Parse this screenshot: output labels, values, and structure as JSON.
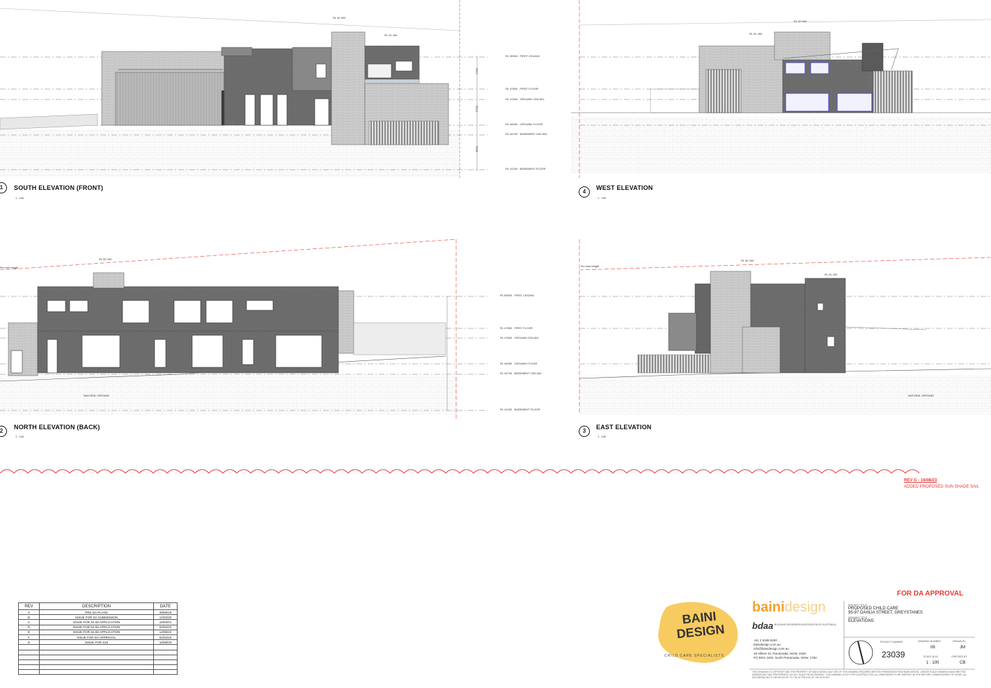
{
  "colors": {
    "brick_dark": "#6f6f6f",
    "brick_light": "#c8c8c8",
    "cladding": "#a9a9a9",
    "window": "#4a4ac8",
    "revision_red": "#e53935",
    "logo_yellow": "#f6c244",
    "brand_orange": "#f0a030"
  },
  "views": {
    "south": {
      "number": "1",
      "title": "SOUTH ELEVATION (FRONT)",
      "scale": "1 : 100"
    },
    "west": {
      "number": "4",
      "title": "WEST ELEVATION",
      "scale": "1 : 100"
    },
    "north": {
      "number": "2",
      "title": "NORTH ELEVATION (BACK)",
      "scale": "1 : 100"
    },
    "east": {
      "number": "3",
      "title": "EAST ELEVATION",
      "scale": "1 : 100"
    }
  },
  "levels": {
    "south": [
      {
        "rl": "RL 50500",
        "name": "FIRST CEILING"
      },
      {
        "rl": "RL 47800",
        "name": "FIRST FLOOR"
      },
      {
        "rl": "RL 47600",
        "name": "GROUND CEILING"
      },
      {
        "rl": "RL 44900",
        "name": "GROUND FLOOR"
      },
      {
        "rl": "RL 44700",
        "name": "BASEMENT CEILING"
      },
      {
        "rl": "RL 41200",
        "name": "BASEMENT FLOOR"
      }
    ],
    "north": [
      {
        "rl": "RL 50500",
        "name": "FIRST CEILING"
      },
      {
        "rl": "RL 47800",
        "name": "FIRST FLOOR"
      },
      {
        "rl": "RL 47600",
        "name": "GROUND CEILING"
      },
      {
        "rl": "RL 44900",
        "name": "GROUND FLOOR"
      },
      {
        "rl": "RL 44700",
        "name": "BASEMENT CEILING"
      },
      {
        "rl": "RL 41200",
        "name": "BASEMENT FLOOR"
      }
    ]
  },
  "dims": {
    "d2700a": "2700",
    "d2700b": "2700",
    "d3500": "3500"
  },
  "annotations": {
    "max_height": "9m max height",
    "natural_ground": "NATURAL GROUND",
    "rl_52500": "RL 52 500",
    "rl_51400": "RL 51 400",
    "rl_52000": "RL 52 000"
  },
  "revision_cloud": {
    "label": "REV G - 16/08/23",
    "note": "ADDED PROPOSED SUN SHADE SAIL"
  },
  "revisions": {
    "headers": [
      "REV",
      "DESCRIPTION",
      "DATE"
    ],
    "rows": [
      [
        "A",
        "PRE DA PLANS",
        "28/09/18"
      ],
      [
        "B",
        "ISSUE FOR DA SUBMISSION",
        "12/02/20"
      ],
      [
        "C",
        "ISSUE FOR S4.55 APPLICATION",
        "15/03/21"
      ],
      [
        "D",
        "ISSUE FOR S4.55 APPLICATION",
        "02/02/22"
      ],
      [
        "E",
        "ISSUE FOR S4.55 APPLICATION",
        "14/06/22"
      ],
      [
        "F",
        "ISSUE FOR DA APPROVAL",
        "02/02/23"
      ],
      [
        "G",
        "ISSUE FOR S34",
        "16/08/23"
      ]
    ]
  },
  "title_block": {
    "status": "FOR DA APPROVAL",
    "logo_line1": "BAINI",
    "logo_line2": "DESIGN",
    "logo_tagline": "CHILD CARE SPECIALISTS",
    "brand_a": "baini",
    "brand_b": "design",
    "bdaa": "bdaa",
    "bdaa_note": "BUILDING DESIGNERS ASSOCIATION OF AUSTRALIA",
    "phone": "+61 2 9188 8250",
    "web": "bainidesign.com.au",
    "email": "info@bainidesign.com.au",
    "address1": "18 Villiers St, Parramatta, NSW, 2150",
    "address2": "PO BOX 2402, North Parramatta, NSW, 1750",
    "project_title_label": "PROJECT TITLE",
    "project_title": "PROPOSED CHILD CARE",
    "project_address": "95-97 DAHLIA STREET, GREYSTANES",
    "drawing_title_label": "DRAWING TITLE",
    "drawing_title": "ELEVATIONS",
    "project_number_label": "PROJECT NUMBER",
    "project_number": "23039",
    "drawing_number_label": "DRAWING NUMBER",
    "drawing_number": "06",
    "drawn_by_label": "DRAWN BY",
    "drawn_by": "JM",
    "scale_label": "SCALE @ A1",
    "scale": "1 : 100",
    "checked_by_label": "CHECKED BY",
    "checked_by": "CB",
    "disclaimer": "THIS DRAWING IS COPYRIGHT AND THE PROPERTY OF BAINI DESIGN. ANY USE OF THIS DRAWING REQUIRES WRITTEN PERMISSION FROM BAINI DESIGN. LARGER SCALE DRAWINGS AND WRITTEN DIMENSIONS TAKE PREFERENCE. DO NOT SCALE FROM DRAWING. THIS DRAWING IS NOT FOR CONSTRUCTION. ALL DIMENSIONS TO BE VERIFIED ON SITE BEFORE COMMENCEMENT OF WORK. ALL DISCREPANCIES TO BE BROUGHT TO THE ATTENTION OF THE AUTHOR."
  }
}
